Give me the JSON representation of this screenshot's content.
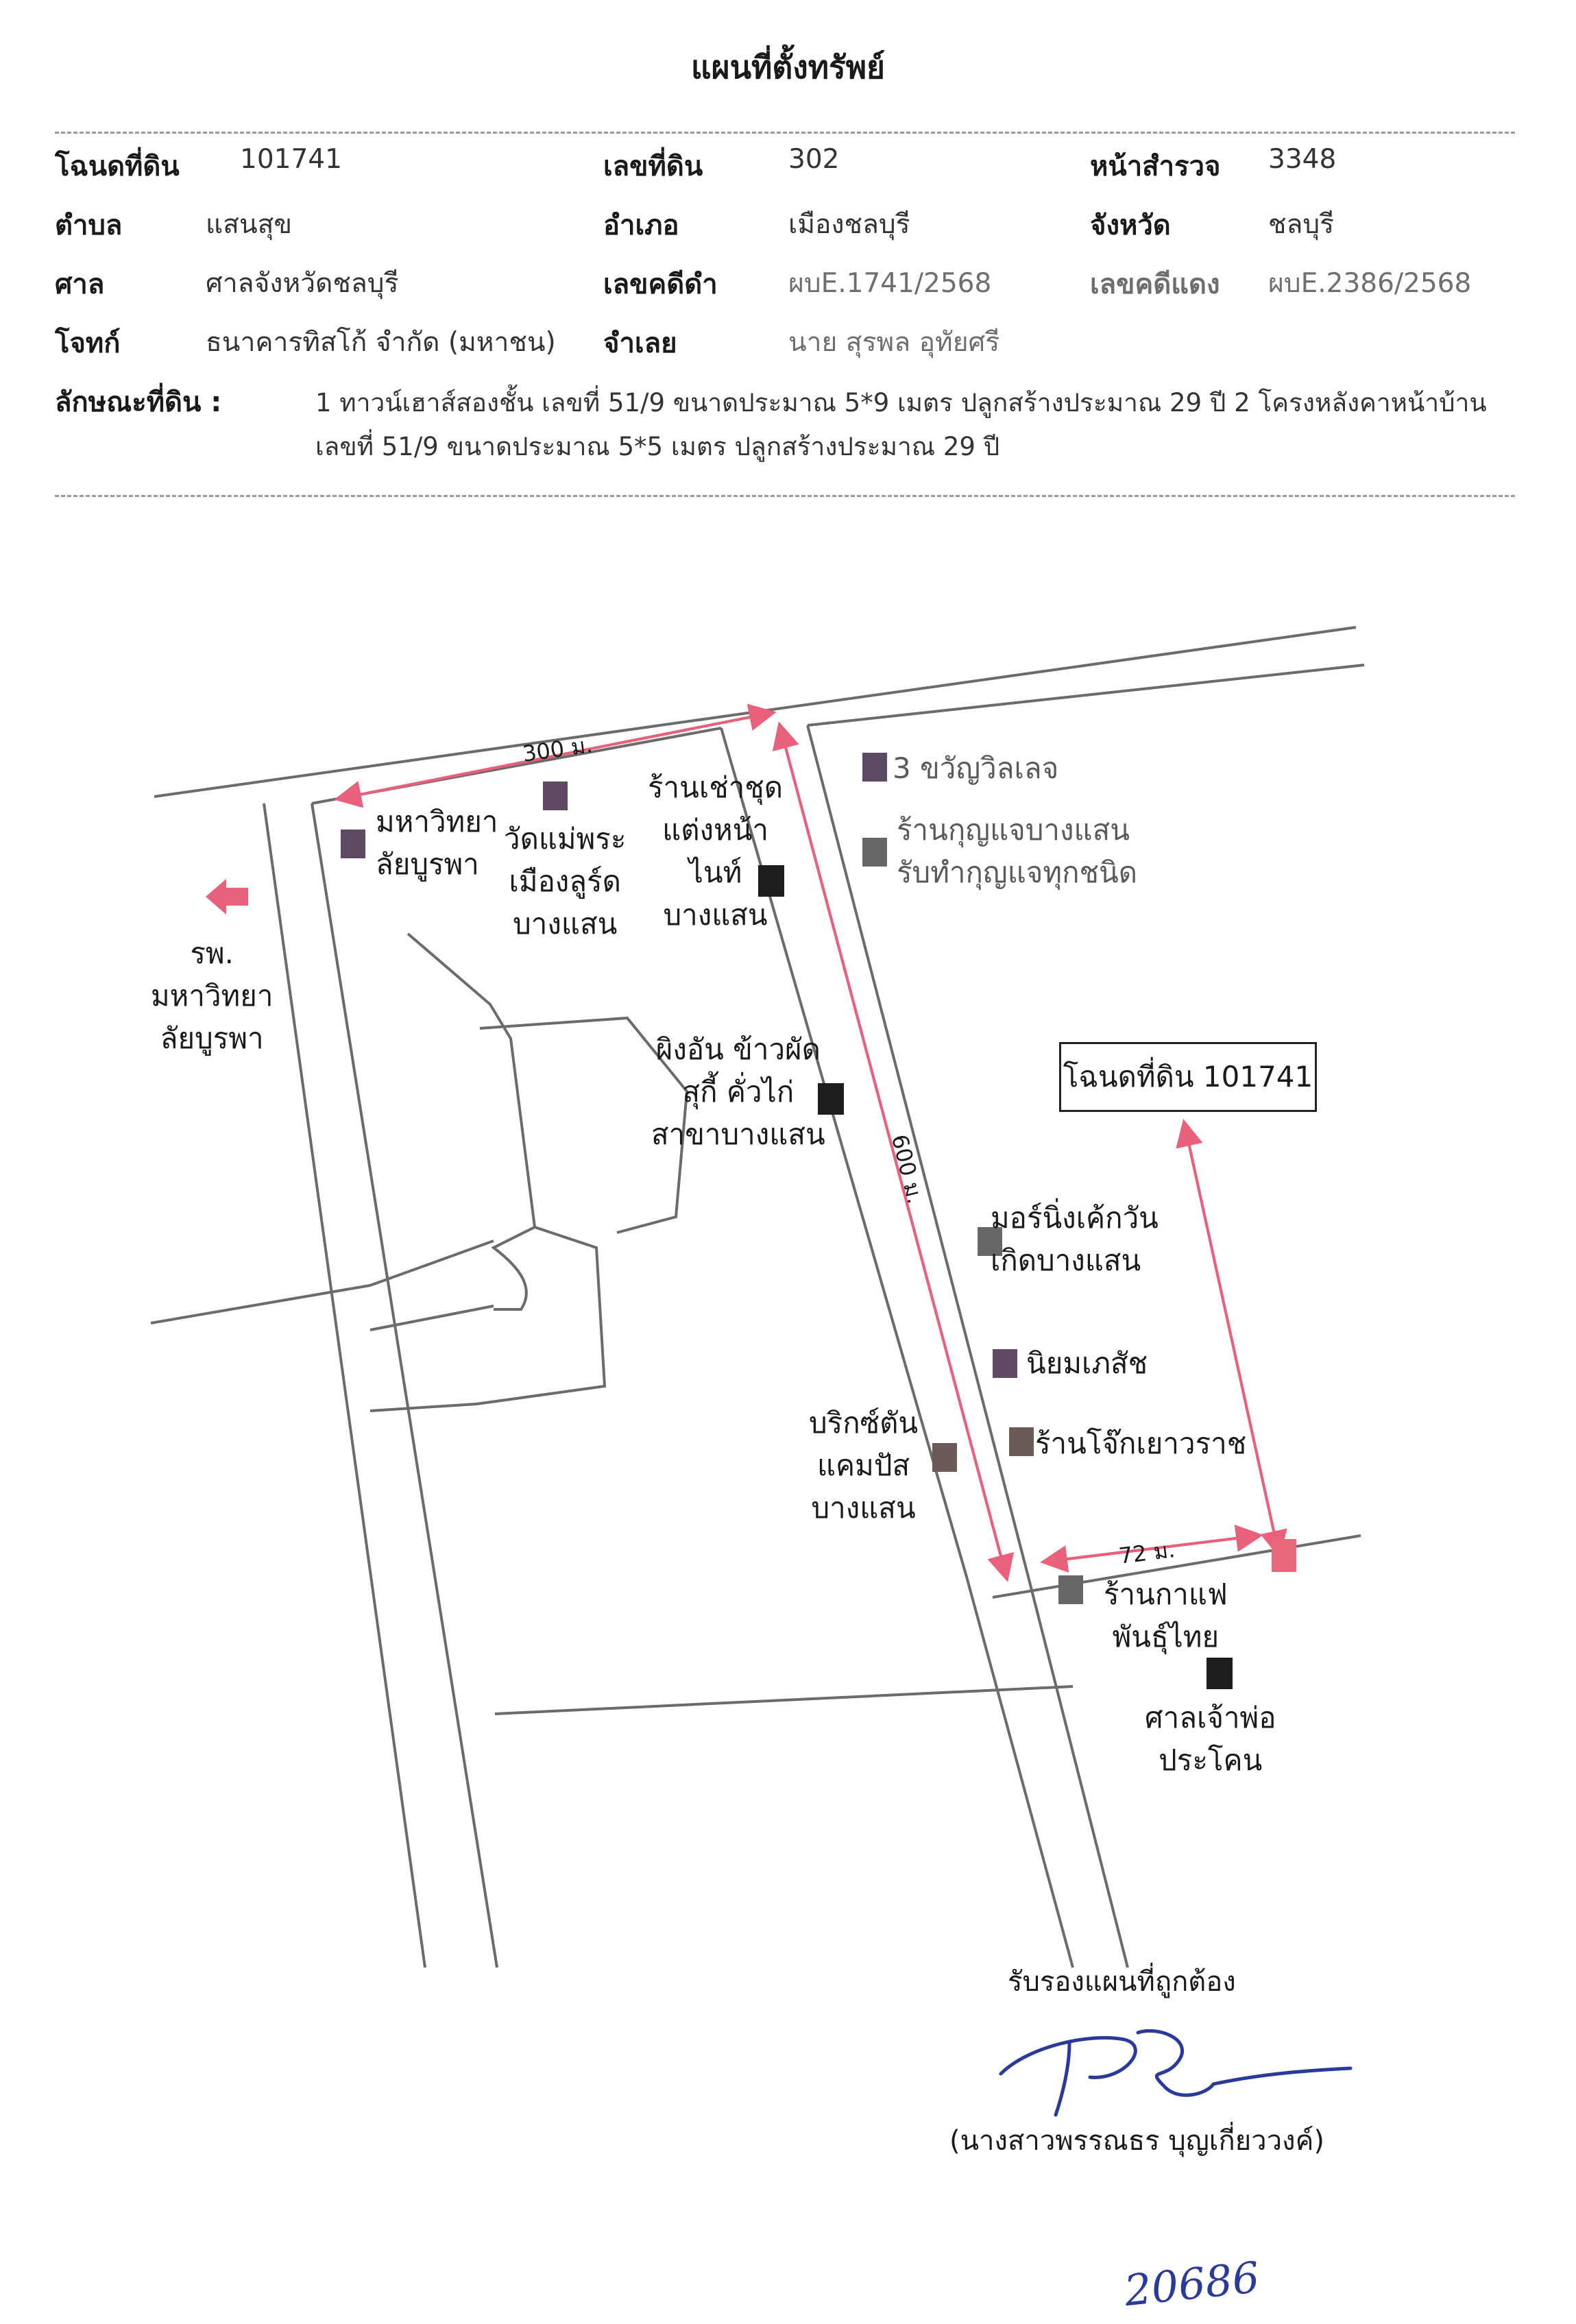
{
  "title": "แผนที่ตั้งทรัพย์",
  "header": {
    "deed_label": "โฉนดที่ดิน",
    "deed_value": "101741",
    "land_no_label": "เลขที่ดิน",
    "land_no_value": "302",
    "survey_label": "หน้าสำรวจ",
    "survey_value": "3348",
    "subdistrict_label": "ตำบล",
    "subdistrict_value": "แสนสุข",
    "district_label": "อำเภอ",
    "district_value": "เมืองชลบุรี",
    "province_label": "จังหวัด",
    "province_value": "ชลบุรี",
    "court_label": "ศาล",
    "court_value": "ศาลจังหวัดชลบุรี",
    "black_case_label": "เลขคดีดำ",
    "black_case_value": "ผบE.1741/2568",
    "red_case_label": "เลขคดีแดง",
    "red_case_value": "ผบE.2386/2568",
    "plaintiff_label": "โจทก์",
    "plaintiff_value": "ธนาคารทิสโก้ จำกัด (มหาชน)",
    "defendant_label": "จำเลย",
    "defendant_value": "นาย สุรพล อุทัยศรี",
    "land_desc_label": "ลักษณะที่ดิน :",
    "land_desc_line1": "1 ทาวน์เฮาส์สองชั้น เลขที่ 51/9 ขนาดประมาณ 5*9 เมตร ปลูกสร้างประมาณ 29 ปี 2 โครงหลังคาหน้าบ้าน",
    "land_desc_line2": "เลขที่ 51/9 ขนาดประมาณ 5*5 เมตร ปลูกสร้างประมาณ 29 ปี"
  },
  "map": {
    "dist_300": "300 ม.",
    "dist_600": "600 ม.",
    "dist_72": "72 ม.",
    "parcel_box": "โฉนดที่ดิน 101741",
    "hospital": "รพ.\nมหาวิทยา\nลัยบูรพา",
    "university": "มหาวิทยา\nลัยบูรพา",
    "temple": "วัดแม่พระ\nเมืองลูร์ด\nบางแสน",
    "suit_shop": "ร้านเช่าชุด\nแต่งหน้า\nไนท์\nบางแสน",
    "khwan_wilai": "3 ขวัญวิลเลจ",
    "key_shop": "ร้านกุญแจบางแสน\nรับทำกุญแจทุกชนิด",
    "ping_an": "ผิงอัน ข้าวผัด\nสุกี้ คั่วไก่\nสาขาบางแสน",
    "morning_cake": "มอร์นิ่งเค้กวัน\nเกิดบางแสน",
    "niyom": "นิยมเภสัช",
    "jok_shop": "ร้านโจ๊กเยาวราช",
    "briks": "บริกซ์ตัน\nแคมปัส\nบางแสน",
    "coffee": "ร้านกาแฟ\nพันธุ์ไทย",
    "shrine": "ศาลเจ้าพ่อ\nประโคน"
  },
  "certify": {
    "text": "รับรองแผนที่ถูกต้อง",
    "signer": "(นางสาวพรรณธร บุญเกี่ยววงค์)"
  },
  "footer_number": "20686",
  "colors": {
    "road": "#6b6b6b",
    "arrow": "#e8607a",
    "marker_dark": "#1e1e1e",
    "marker_purple": "#5e4a63",
    "marker_gray": "#666666",
    "marker_red": "#e86a7a"
  }
}
